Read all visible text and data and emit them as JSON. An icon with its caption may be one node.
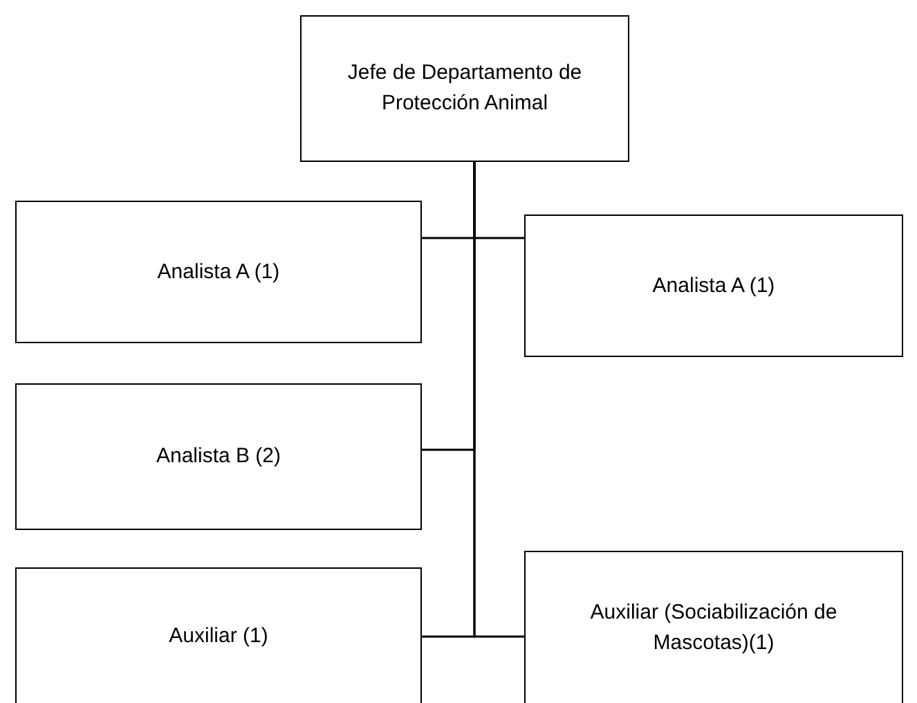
{
  "diagram": {
    "nodes": [
      {
        "text": [
          "Jefe de Departamento de Protección Animal"
        ]
      },
      {
        "text": [
          "Analista A (1)"
        ]
      },
      {
        "text": [
          "Analista A (1)"
        ]
      },
      {
        "text": [
          "Analista B (2)"
        ]
      },
      {
        "text": [
          "Auxiliar (1)"
        ]
      },
      {
        "text": [
          "Auxiliar (Sociabilización de Mascotas)(1)"
        ]
      }
    ],
    "edges": [
      {
        "from": 0,
        "to": 1,
        "arrow": "none"
      },
      {
        "from": 0,
        "to": 2,
        "arrow": "none"
      },
      {
        "from": 0,
        "to": 3,
        "arrow": "none"
      },
      {
        "from": 0,
        "to": 4,
        "arrow": "none"
      },
      {
        "from": 0,
        "to": 5,
        "arrow": "none"
      }
    ]
  }
}
